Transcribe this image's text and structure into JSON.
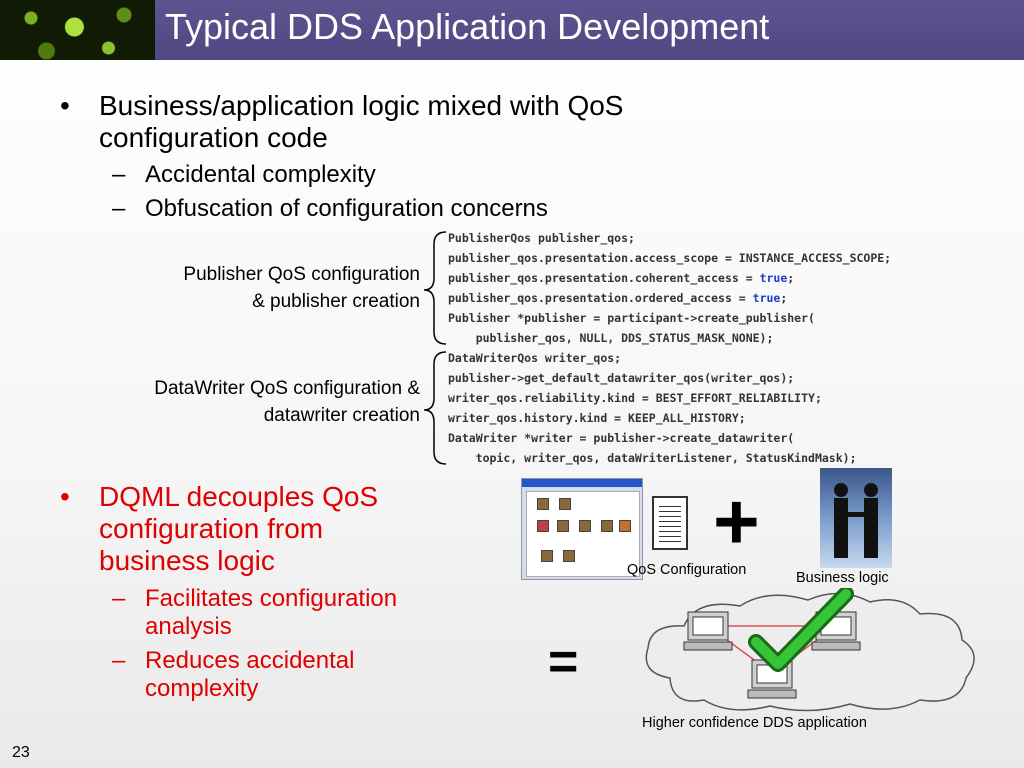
{
  "slide": {
    "title": "Typical DDS Application Development",
    "number": "23"
  },
  "bullets": {
    "b1_line1": "Business/application logic mixed with QoS",
    "b1_line2": "configuration code",
    "sub1": "Accidental complexity",
    "sub2": "Obfuscation of configuration concerns",
    "b2_line1": "DQML decouples QoS",
    "b2_line2": "configuration from",
    "b2_line3": "business logic",
    "sub3_line1": "Facilitates configuration",
    "sub3_line2": "analysis",
    "sub4_line1": "Reduces accidental",
    "sub4_line2": "complexity",
    "bullet_mark": "•",
    "dash_mark": "–"
  },
  "labels": {
    "publisher_line1": "Publisher QoS configuration",
    "publisher_line2": "& publisher creation",
    "writer_line1": "DataWriter QoS configuration &",
    "writer_line2": "datawriter creation"
  },
  "code": {
    "l1": "PublisherQos publisher_qos;",
    "l2": "publisher_qos.presentation.access_scope = INSTANCE_ACCESS_SCOPE;",
    "l3a": "publisher_qos.presentation.coherent_access = ",
    "l4a": "publisher_qos.presentation.ordered_access = ",
    "kw_true": "true",
    "semi": ";",
    "l5": "Publisher *publisher = participant->create_publisher(",
    "l6": "    publisher_qos, NULL, DDS_STATUS_MASK_NONE);",
    "l7": "DataWriterQos writer_qos;",
    "l8": "publisher->get_default_datawriter_qos(writer_qos);",
    "l9": "writer_qos.reliability.kind = BEST_EFFORT_RELIABILITY;",
    "l10": "writer_qos.history.kind = KEEP_ALL_HISTORY;",
    "l11": "DataWriter *writer = publisher->create_datawriter(",
    "l12": "    topic, writer_qos, dataWriterListener, StatusKindMask);"
  },
  "graphics": {
    "qos_caption": "QoS Configuration",
    "business_caption": "Business logic",
    "result_caption": "Higher confidence DDS application",
    "plus": "+",
    "equals": "="
  },
  "colors": {
    "title_bar": "#4f4781",
    "emphasis_red": "#e00000",
    "code_keyword": "#1a3cc8",
    "check_green": "#2fc02f"
  }
}
